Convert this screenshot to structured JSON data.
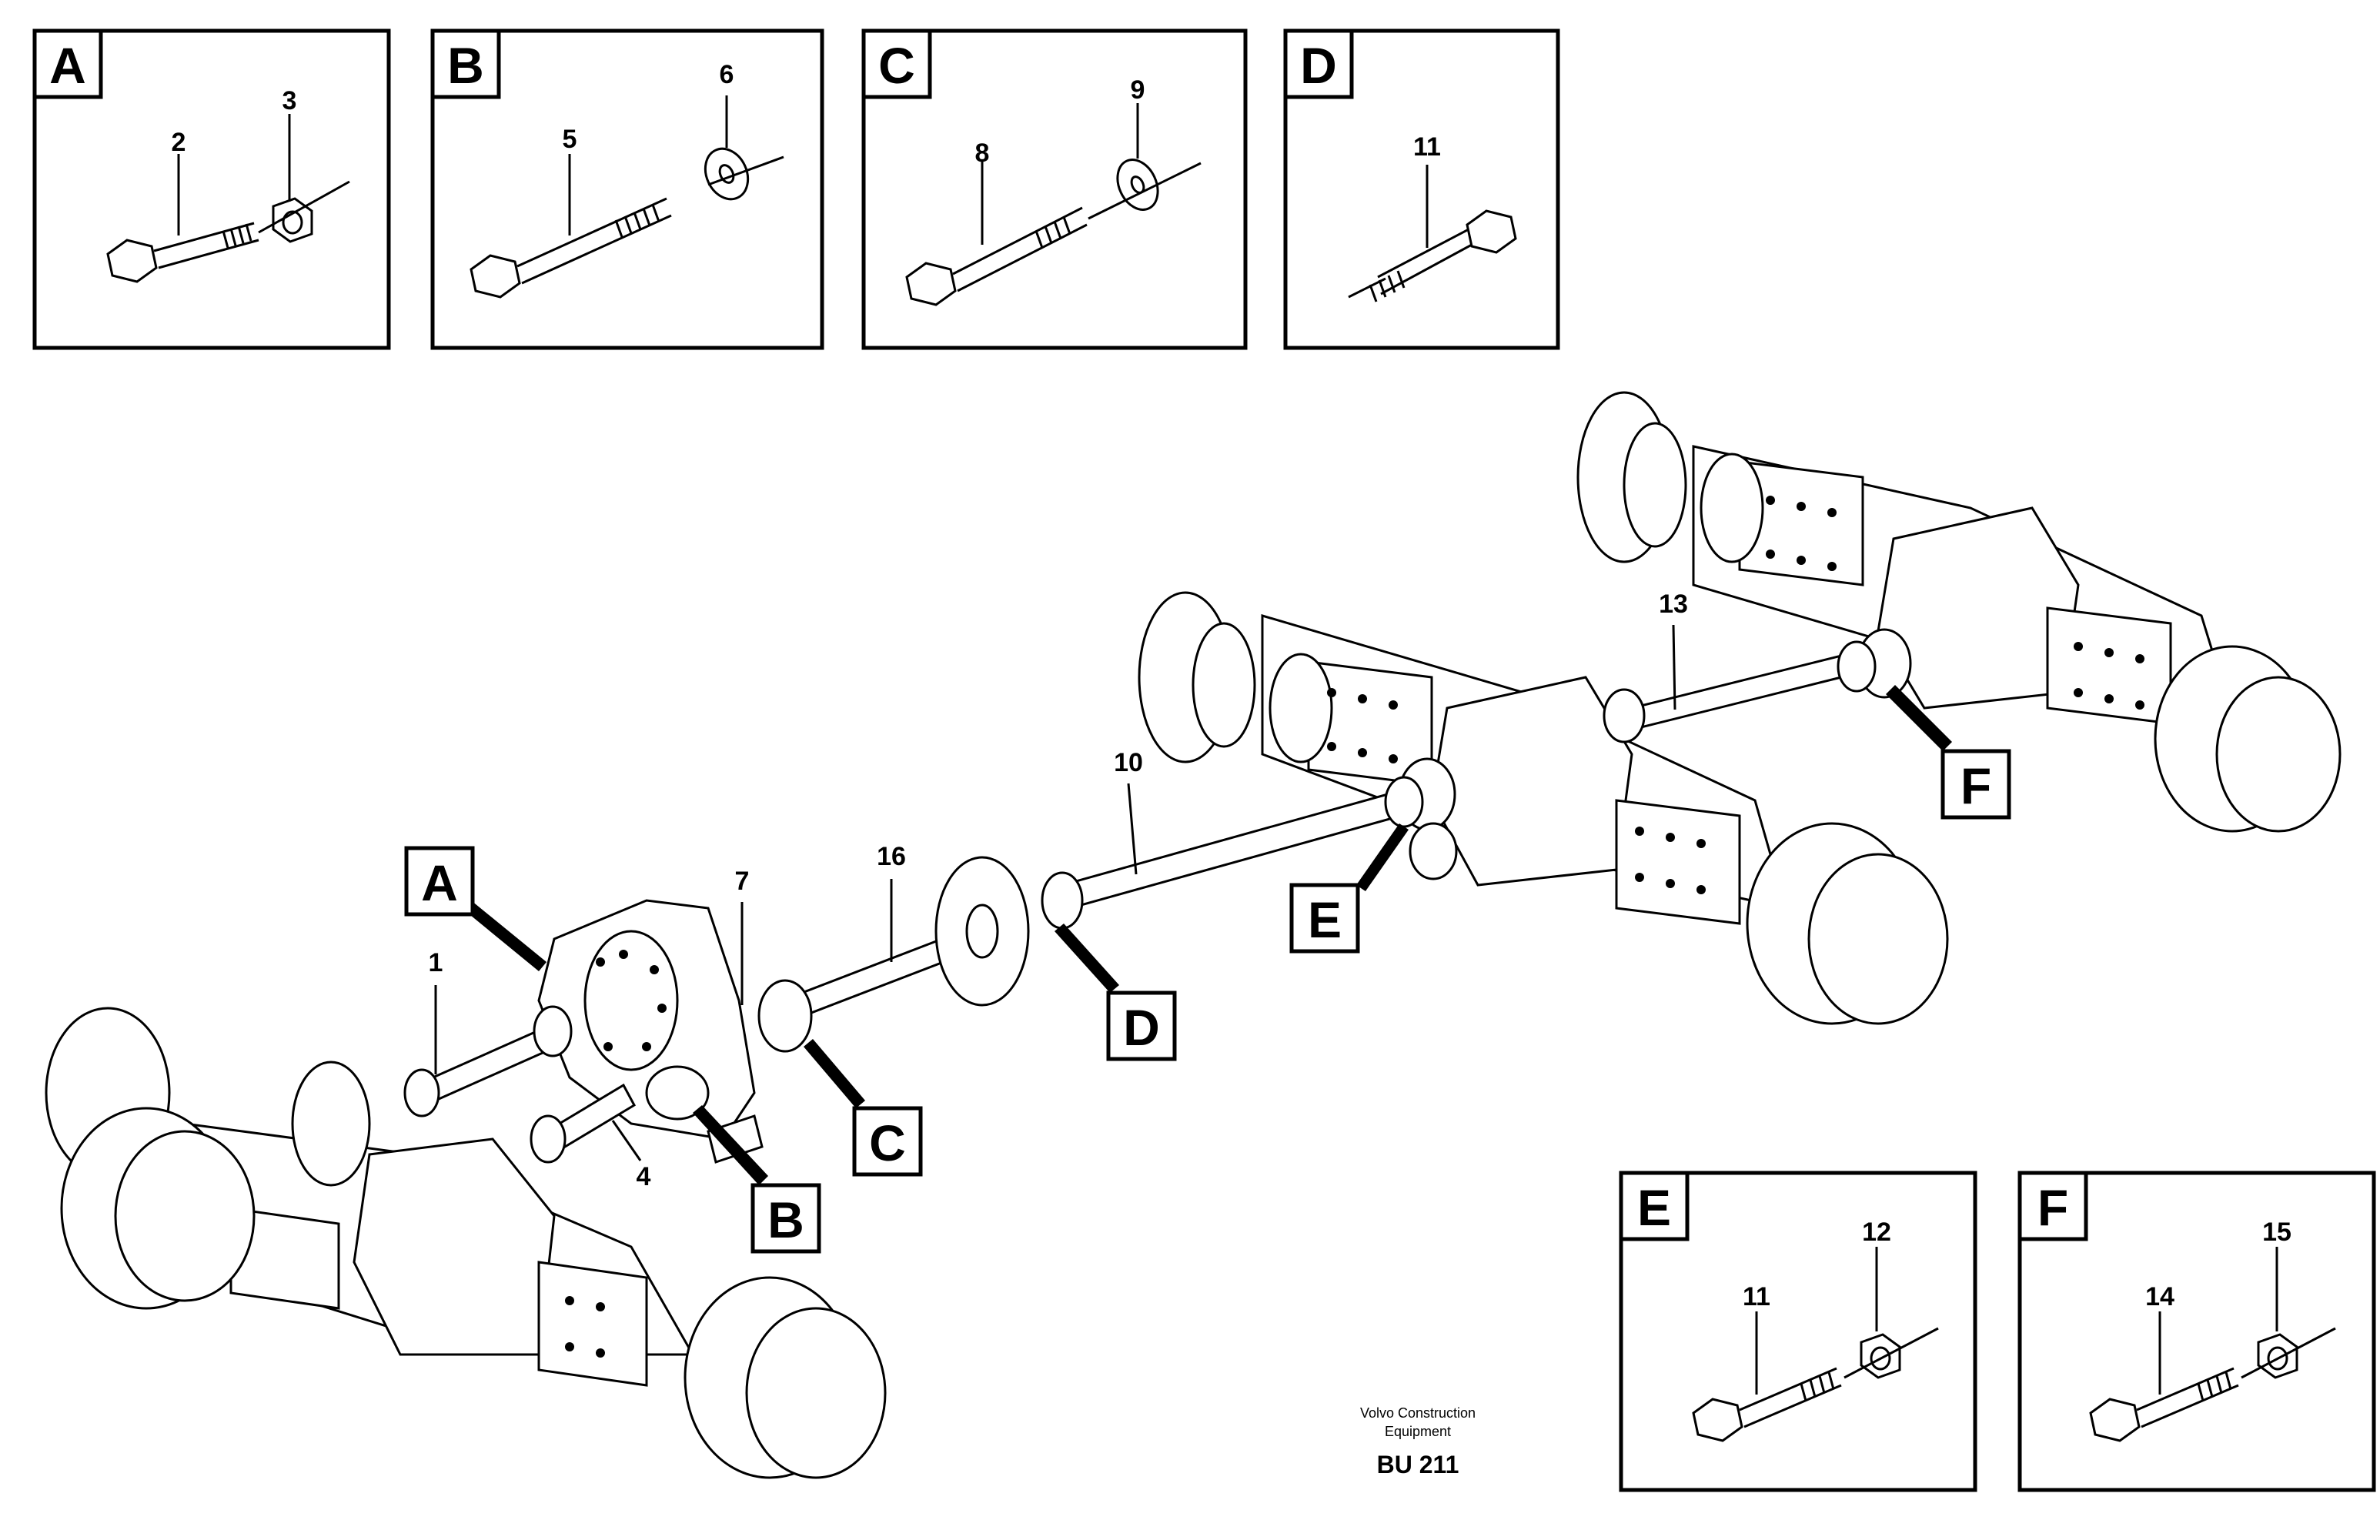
{
  "detail_boxes": [
    {
      "letter": "A",
      "parts": [
        "2",
        "3"
      ]
    },
    {
      "letter": "B",
      "parts": [
        "5",
        "6"
      ]
    },
    {
      "letter": "C",
      "parts": [
        "8",
        "9"
      ]
    },
    {
      "letter": "D",
      "parts": [
        "11"
      ]
    },
    {
      "letter": "E",
      "parts": [
        "11",
        "12"
      ]
    },
    {
      "letter": "F",
      "parts": [
        "14",
        "15"
      ]
    }
  ],
  "callouts": {
    "A": "A",
    "B": "B",
    "C": "C",
    "D": "D",
    "E": "E",
    "F": "F"
  },
  "part_numbers": {
    "p1": "1",
    "p4": "4",
    "p7": "7",
    "p10": "10",
    "p13": "13",
    "p16": "16"
  },
  "footer": {
    "line1": "Volvo Construction",
    "line2": "Equipment",
    "code": "BU 211"
  }
}
